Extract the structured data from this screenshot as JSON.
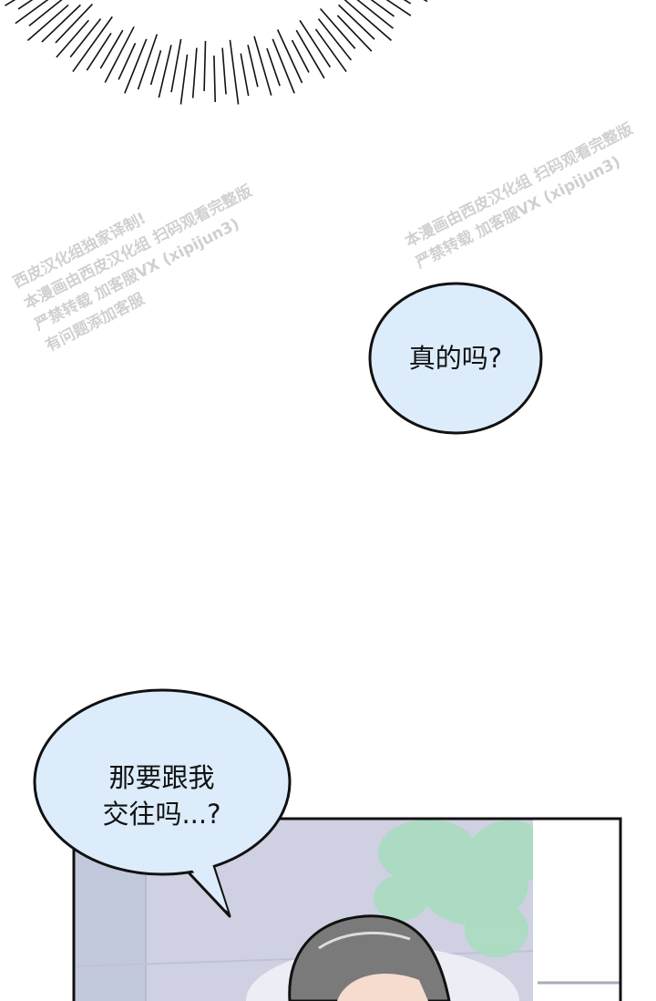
{
  "bubbles": [
    {
      "text": "真的吗?"
    },
    {
      "lines": [
        "那要跟我",
        "交往吗...?"
      ]
    }
  ],
  "watermark": {
    "lines": [
      "西皮汉化组独家译制!",
      "本漫画由西皮汉化组 扫码观看完整版",
      "严禁转载 加客服VX (xipijun3)",
      "有问题添加客服"
    ]
  },
  "colors": {
    "bubble_fill": "#dcecfb",
    "panel_bg": "#c9cbdf",
    "foliage": "#a9dcc0",
    "hair": "#6b6b6b"
  }
}
